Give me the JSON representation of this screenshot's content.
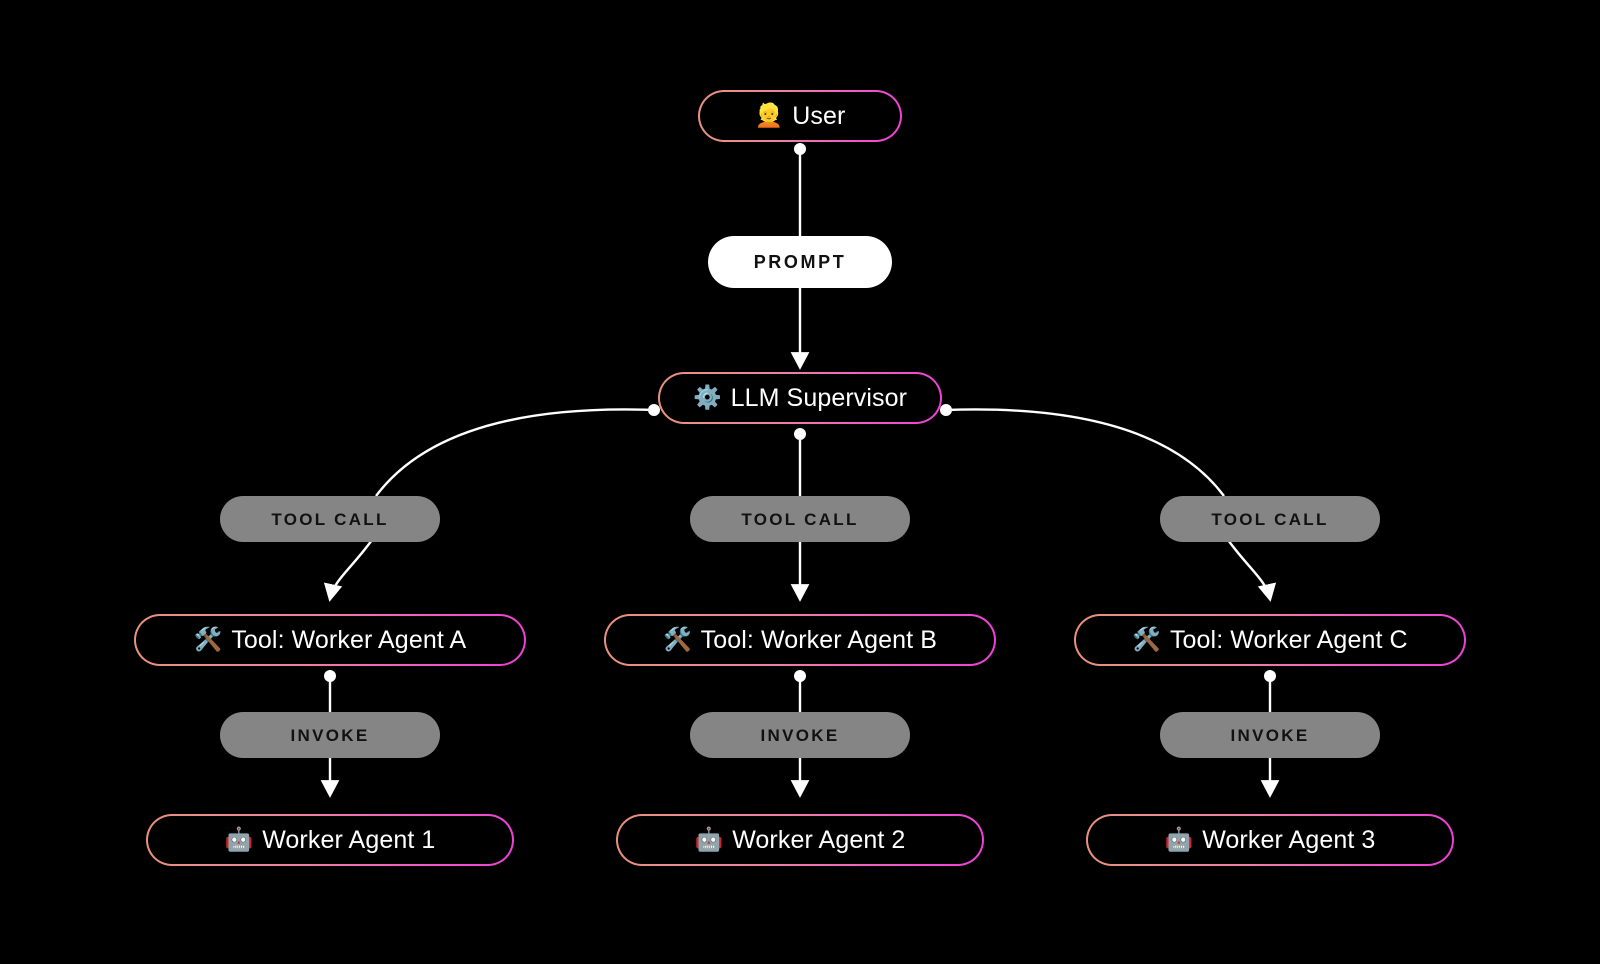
{
  "diagram": {
    "title": "LLM Supervisor multi-agent tool-calling graph",
    "background_color": "#000000",
    "edge_color": "#ffffff",
    "node_border_gradient_start": "#e8917c",
    "node_border_gradient_end": "#ee3fd6",
    "pill_color": "#858585",
    "prompt_pill_color": "#ffffff"
  },
  "nodes": {
    "user": {
      "id": "user",
      "emoji": "👱",
      "icon_name": "person-icon",
      "label": "User"
    },
    "supervisor": {
      "id": "supervisor",
      "emoji": "⚙️",
      "icon_name": "gear-icon",
      "label": "LLM Supervisor"
    },
    "tool_a": {
      "id": "tool-a",
      "emoji": "🛠️",
      "icon_name": "hammer-and-wrench-icon",
      "label": "Tool: Worker Agent A"
    },
    "tool_b": {
      "id": "tool-b",
      "emoji": "🛠️",
      "icon_name": "hammer-and-wrench-icon",
      "label": "Tool: Worker Agent B"
    },
    "tool_c": {
      "id": "tool-c",
      "emoji": "🛠️",
      "icon_name": "hammer-and-wrench-icon",
      "label": "Tool: Worker Agent C"
    },
    "worker_1": {
      "id": "worker-1",
      "emoji": "🤖",
      "icon_name": "robot-icon",
      "label": "Worker Agent 1"
    },
    "worker_2": {
      "id": "worker-2",
      "emoji": "🤖",
      "icon_name": "robot-icon",
      "label": "Worker Agent 2"
    },
    "worker_3": {
      "id": "worker-3",
      "emoji": "🤖",
      "icon_name": "robot-icon",
      "label": "Worker Agent 3"
    }
  },
  "edge_labels": {
    "prompt": "PROMPT",
    "tool_call_a": "TOOL CALL",
    "tool_call_b": "TOOL CALL",
    "tool_call_c": "TOOL CALL",
    "invoke_a": "INVOKE",
    "invoke_b": "INVOKE",
    "invoke_c": "INVOKE"
  }
}
